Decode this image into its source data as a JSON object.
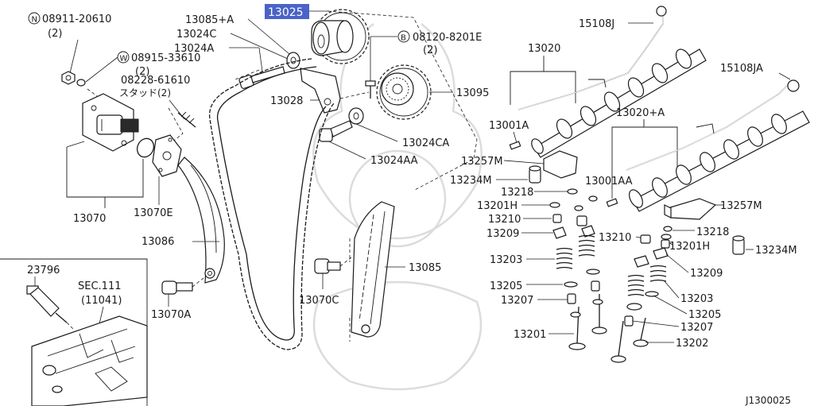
{
  "diagram": {
    "reference_code": "J1300025",
    "highlighted_part": "13025",
    "highlight_color": "#4a63c8",
    "callouts": {
      "c_08911": "08911-20610",
      "c_08911_qty": "(2)",
      "c_08915": "08915-33610",
      "c_08915_qty": "(2)",
      "c_08228": "08228-61610",
      "c_08228_stud": "スタッド(2)",
      "c_13070": "13070",
      "c_13070E": "13070E",
      "c_13086": "13086",
      "c_13070A": "13070A",
      "c_13085A": "13085+A",
      "c_13024C": "13024C",
      "c_13024A": "13024A",
      "c_13025": "13025",
      "c_08120": "08120-8201E",
      "c_08120_qty": "(2)",
      "c_13028": "13028",
      "c_13095": "13095",
      "c_13024CA": "13024CA",
      "c_13024AA": "13024AA",
      "c_13085": "13085",
      "c_13070C": "13070C",
      "c_13020": "13020",
      "c_15108J": "15108J",
      "c_15108JA": "15108JA",
      "c_13001A": "13001A",
      "c_13020A": "13020+A",
      "c_13257M_left": "13257M",
      "c_13234M_left": "13234M",
      "c_13001AA": "13001AA",
      "c_13218_left": "13218",
      "c_13201H_left": "13201H",
      "c_13210_left": "13210",
      "c_13209_left": "13209",
      "c_13203_left": "13203",
      "c_13205_left": "13205",
      "c_13207_left": "13207",
      "c_13201": "13201",
      "c_13257M_right": "13257M",
      "c_13218_right": "13218",
      "c_13210_right": "13210",
      "c_13201H_right": "13201H",
      "c_13234M_right": "13234M",
      "c_13209_right": "13209",
      "c_13203_right": "13203",
      "c_13205_right": "13205",
      "c_13207_right": "13207",
      "c_13202": "13202",
      "c_23796": "23796",
      "c_sec111": "SEC.111",
      "c_11041": "(11041)"
    },
    "circle_markers": {
      "n": "N",
      "w": "W",
      "b": "B"
    }
  }
}
